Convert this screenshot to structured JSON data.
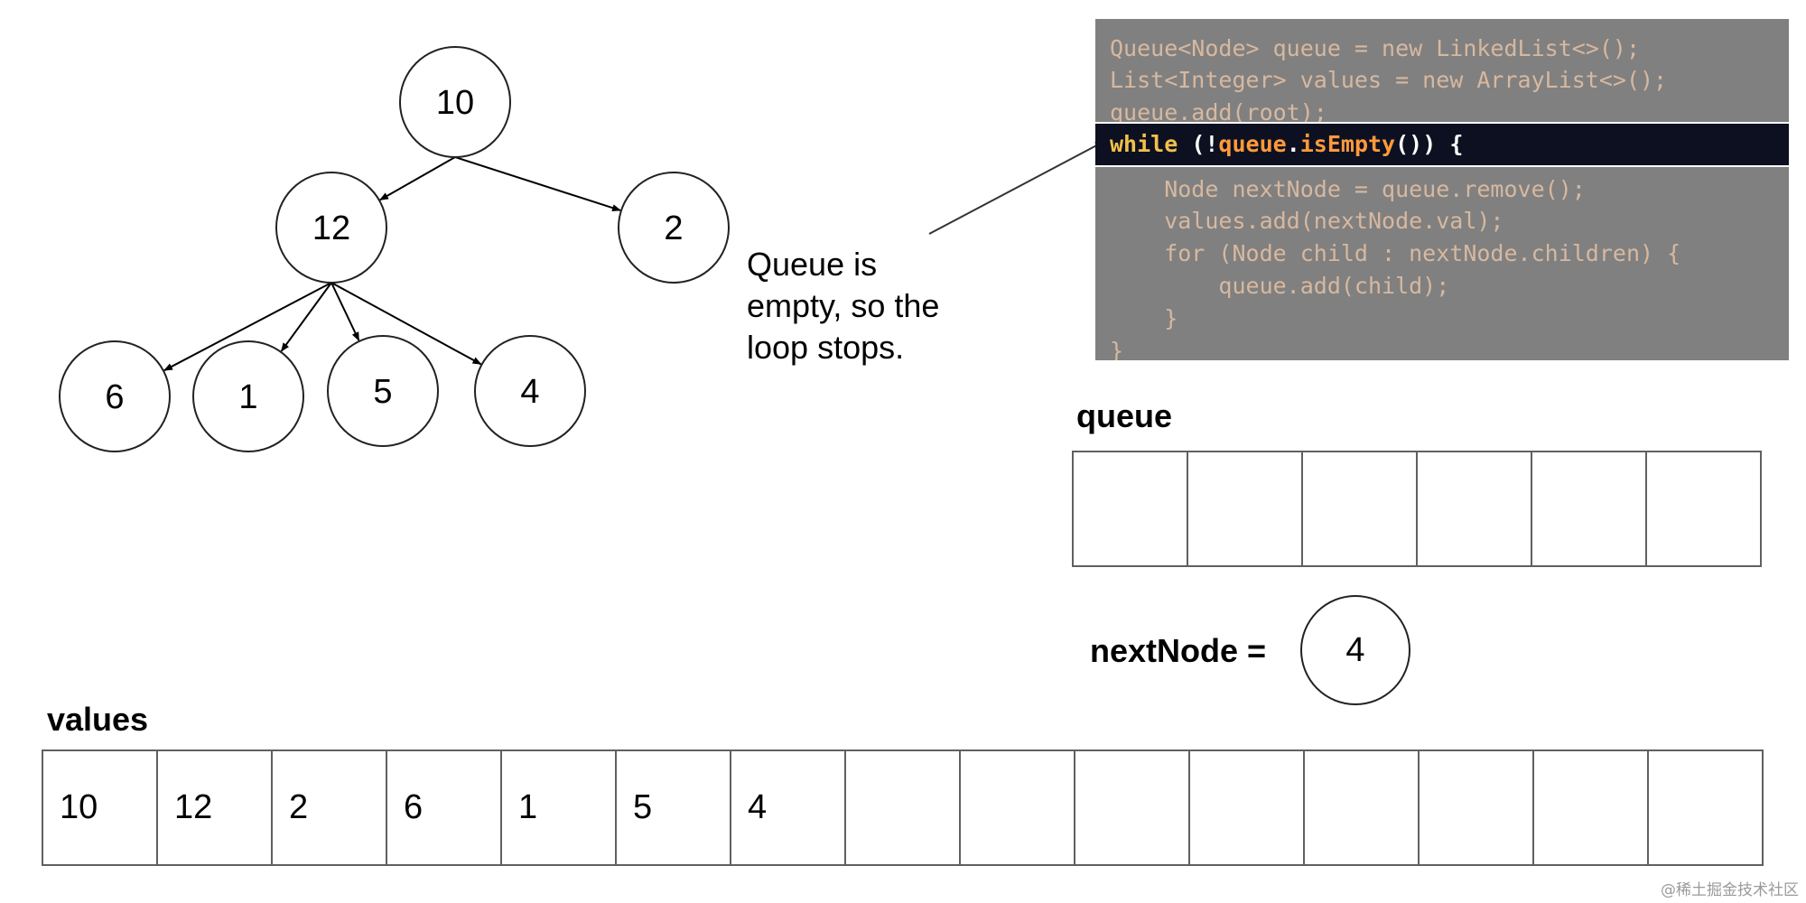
{
  "tree": {
    "nodes": [
      {
        "id": "n10",
        "label": "10"
      },
      {
        "id": "n12",
        "label": "12"
      },
      {
        "id": "n2",
        "label": "2"
      },
      {
        "id": "n6",
        "label": "6"
      },
      {
        "id": "n1",
        "label": "1"
      },
      {
        "id": "n5",
        "label": "5"
      },
      {
        "id": "n4",
        "label": "4"
      }
    ],
    "edges": [
      {
        "from": "n10",
        "to": "n12"
      },
      {
        "from": "n10",
        "to": "n2"
      },
      {
        "from": "n12",
        "to": "n6"
      },
      {
        "from": "n12",
        "to": "n1"
      },
      {
        "from": "n12",
        "to": "n5"
      },
      {
        "from": "n12",
        "to": "n4"
      }
    ]
  },
  "annotation": {
    "text": "Queue is\nempty, so the\nloop stops."
  },
  "code": {
    "lines": [
      "Queue<Node> queue = new LinkedList<>();",
      "List<Integer> values = new ArrayList<>();",
      "queue.add(root);",
      "while (!queue.isEmpty()) {",
      "    Node nextNode = queue.remove();",
      "    values.add(nextNode.val);",
      "    for (Node child : nextNode.children) {",
      "        queue.add(child);",
      "    }",
      "}"
    ],
    "highlighted_line": 3
  },
  "queue": {
    "label": "queue",
    "cells": [
      "",
      "",
      "",
      "",
      "",
      ""
    ]
  },
  "next_node": {
    "label": "nextNode =",
    "value": "4"
  },
  "values": {
    "label": "values",
    "cells": [
      "10",
      "12",
      "2",
      "6",
      "1",
      "5",
      "4",
      "",
      "",
      "",
      "",
      "",
      "",
      "",
      ""
    ]
  },
  "watermark": "@稀土掘金技术社区"
}
